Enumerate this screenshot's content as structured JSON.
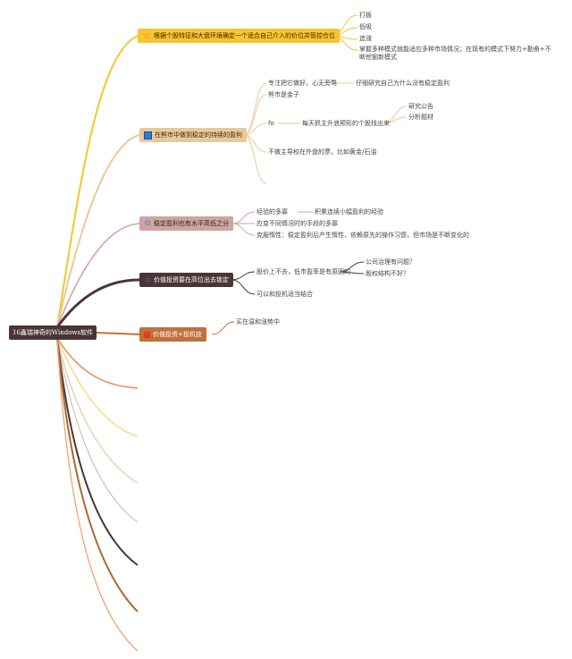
{
  "root": "16鑫瑞神奇的Windows软件",
  "branches": [
    {
      "label": "根据个股特征和大盘环境确定一个适合自己介入的价位并管控仓位",
      "icon": "star-icon",
      "children": [
        "打板",
        "低吸",
        "追涨",
        "掌握多种模式就能适应多种市场情况；在现有的模式下努力+勤奋+不断挖掘新模式"
      ]
    },
    {
      "label": "在熊市中做到稳定的持续的盈利",
      "icon": "blue-square-icon",
      "children": [
        {
          "label": "专注把它做好，心无旁骛",
          "sub": [
            "仔细研究自己为什么没有稳定盈利"
          ]
        },
        {
          "label": "熊市是金子"
        },
        {
          "label": "fo",
          "sub_label": "每天抓主升浪预形的个股找出来",
          "sub": [
            "研究公告",
            "分析题材"
          ]
        },
        {
          "label": "不做主导权在外盘的票，比如黄金/石油"
        }
      ]
    },
    {
      "label": "稳定盈利也有水平高低之分",
      "icon": "gear-icon",
      "children": [
        {
          "label": "经验的多寡",
          "sub": [
            "积累连续小幅盈利的经验"
          ]
        },
        {
          "label": "应变不同情况时的手段的多寡"
        },
        {
          "label": "克服惰性：稳定盈利后产生惰性，依赖原先的操作习惯，但市场是不断变化的"
        }
      ]
    },
    {
      "label": "价值投资要在高位出去锁定",
      "icon": "flame-icon",
      "children": [
        {
          "label": "股价上不去，低市盈率是有原因的",
          "sub": [
            "公司治理有问题？",
            "股权结构不好？"
          ]
        },
        {
          "label": "可以和投机适当结合"
        }
      ]
    },
    {
      "label": "价值投资+投机技",
      "icon": "red-square-icon",
      "children": [
        {
          "label": "买在温和涨势中"
        }
      ]
    }
  ],
  "colors": {
    "b1": "#f7c432",
    "b2": "#e9c99a",
    "b3": "#cfa49e",
    "b4": "#4a3536",
    "b5": "#c1703b"
  }
}
